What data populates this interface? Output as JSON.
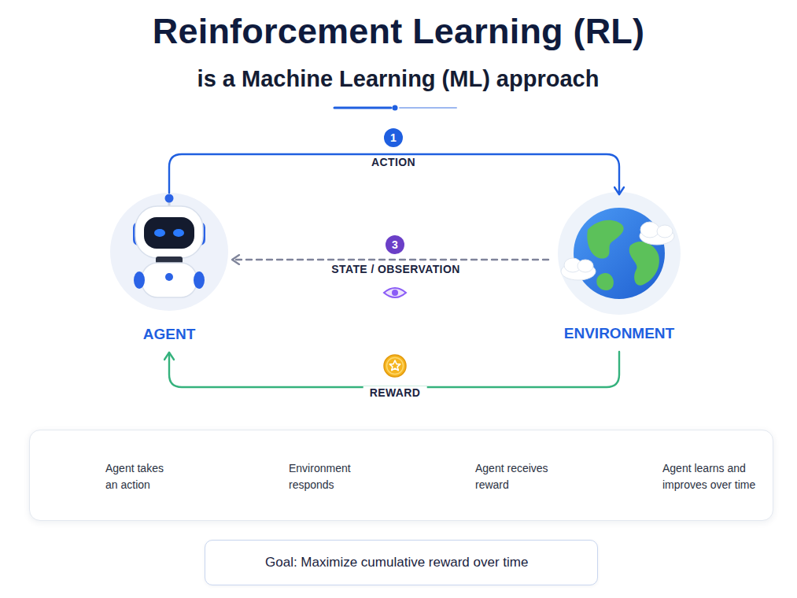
{
  "diagram": {
    "title": "Reinforcement Learning (RL)",
    "nodes": [
      {
        "text": [
          "AGENT"
        ]
      },
      {
        "text": [
          "ENVIRONMENT"
        ]
      },
      {
        "text": [
          "Agent takes an action",
          "Environment responds",
          "Agent receives reward",
          "Agent learns and improves over time"
        ]
      },
      {
        "text": [
          "Goal: Maximize cumulative reward over time"
        ]
      }
    ],
    "edges": [
      {
        "from": 0,
        "to": 1,
        "label": "ACTION",
        "arrow": "to"
      },
      {
        "from": 1,
        "to": 0,
        "label": "STATE / OBSERVATION",
        "arrow": "to"
      },
      {
        "from": 1,
        "to": 0,
        "label": "REWARD",
        "arrow": "to"
      }
    ],
    "labels": [
      "is a Machine Learning (ML) approach",
      "1",
      "3"
    ]
  }
}
